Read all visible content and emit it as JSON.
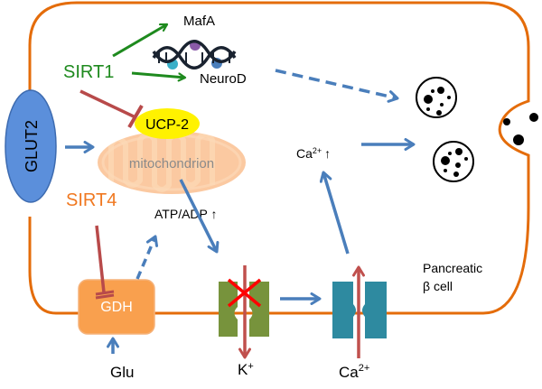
{
  "title": "SIRT regulation of insulin secretion in the pancreatic beta cell",
  "colors": {
    "membrane": "#E46C0A",
    "sirt1": "#1E8A1E",
    "sirt4": "#F07820",
    "activation_arrow": "#1E8A1E",
    "inhibition": "#B84A4A",
    "flow_arrow": "#4A7EBB",
    "glut2_fill": "#5B8FDB",
    "ucp2_fill": "#FFF200",
    "mito_fill": "#FAC090",
    "gdh_fill": "#F9A04E",
    "k_channel": "#77933C",
    "ca_channel": "#2E8AA0",
    "block_x": "#FF0000",
    "ion_arrow": "#C0504D"
  },
  "labels": {
    "sirt1": "SIRT1",
    "sirt4": "SIRT4",
    "mafa": "MafA",
    "neurod": "NeuroD",
    "glut2": "GLUT2",
    "ucp2": "UCP-2",
    "mitochondrion": "mitochondrion",
    "atp_adp": "ATP/ADP ↑",
    "gdh": "GDH",
    "glu": "Glu",
    "k_ion": "K",
    "k_sup": "+",
    "ca_in": "Ca",
    "ca_in_sup": "2+",
    "ca_rise": "Ca",
    "ca_rise_sup": "2+",
    "ca_rise_arrow": "↑",
    "cell_line1": "Pancreatic",
    "cell_line2": "β cell"
  },
  "nodes": [
    {
      "id": "sirt1",
      "label": "SIRT1",
      "type": "protein"
    },
    {
      "id": "sirt4",
      "label": "SIRT4",
      "type": "protein"
    },
    {
      "id": "mafa",
      "label": "MafA",
      "type": "transcription-factor"
    },
    {
      "id": "neurod",
      "label": "NeuroD",
      "type": "transcription-factor"
    },
    {
      "id": "glut2",
      "label": "GLUT2",
      "type": "transporter"
    },
    {
      "id": "ucp2",
      "label": "UCP-2",
      "type": "protein"
    },
    {
      "id": "mito",
      "label": "mitochondrion",
      "type": "organelle"
    },
    {
      "id": "atp",
      "label": "ATP/ADP ↑",
      "type": "state"
    },
    {
      "id": "gdh",
      "label": "GDH",
      "type": "enzyme"
    },
    {
      "id": "glu",
      "label": "Glu",
      "type": "metabolite"
    },
    {
      "id": "katp",
      "label": "K+ channel",
      "type": "channel"
    },
    {
      "id": "cachan",
      "label": "Ca2+ channel",
      "type": "channel"
    },
    {
      "id": "ca",
      "label": "Ca2+ ↑",
      "type": "state"
    },
    {
      "id": "granules",
      "label": "insulin granules",
      "type": "vesicle"
    }
  ],
  "edges": [
    {
      "from": "sirt1",
      "to": "mafa",
      "kind": "activates"
    },
    {
      "from": "sirt1",
      "to": "neurod",
      "kind": "activates"
    },
    {
      "from": "sirt1",
      "to": "ucp2",
      "kind": "inhibits"
    },
    {
      "from": "sirt4",
      "to": "gdh",
      "kind": "inhibits"
    },
    {
      "from": "glut2",
      "to": "mito",
      "kind": "flow"
    },
    {
      "from": "mito",
      "to": "katp",
      "kind": "flow"
    },
    {
      "from": "gdh",
      "to": "atp",
      "kind": "indirect"
    },
    {
      "from": "glu",
      "to": "gdh",
      "kind": "flow"
    },
    {
      "from": "katp",
      "to": "cachan",
      "kind": "flow"
    },
    {
      "from": "cachan",
      "to": "ca",
      "kind": "flow"
    },
    {
      "from": "ca",
      "to": "granules",
      "kind": "flow"
    },
    {
      "from": "neurod",
      "to": "granules",
      "kind": "indirect"
    }
  ]
}
